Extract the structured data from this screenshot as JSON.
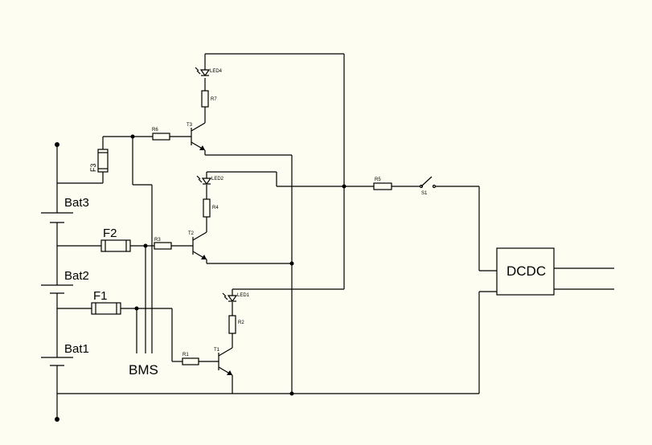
{
  "labels": {
    "bat1": "Bat1",
    "bat2": "Bat2",
    "bat3": "Bat3",
    "f1": "F1",
    "f2": "F2",
    "f3": "F3",
    "bms": "BMS",
    "dcdc": "DCDC",
    "r1": "R1",
    "r2": "R2",
    "r3": "R3",
    "r4": "R4",
    "r5": "R5",
    "r6": "R6",
    "r7": "R7",
    "t1": "T1",
    "t2": "T2",
    "t3": "T3",
    "led1": "LED1",
    "led2": "LED2",
    "led4": "LED4",
    "s1": "S1"
  }
}
